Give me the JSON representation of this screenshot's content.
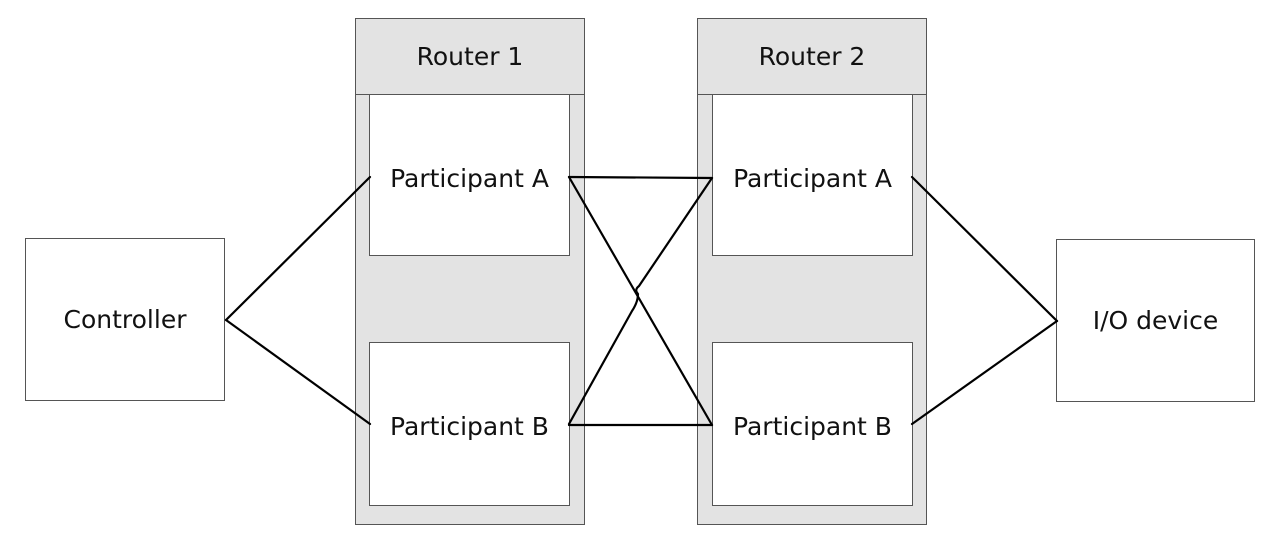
{
  "nodes": {
    "controller": "Controller",
    "io_device": "I/O device"
  },
  "routers": [
    {
      "title": "Router 1",
      "participants": [
        "Participant A",
        "Participant B"
      ]
    },
    {
      "title": "Router 2",
      "participants": [
        "Participant A",
        "Participant B"
      ]
    }
  ],
  "colors": {
    "border": "#555555",
    "router_fill": "#e3e3e3",
    "line": "#000000"
  }
}
